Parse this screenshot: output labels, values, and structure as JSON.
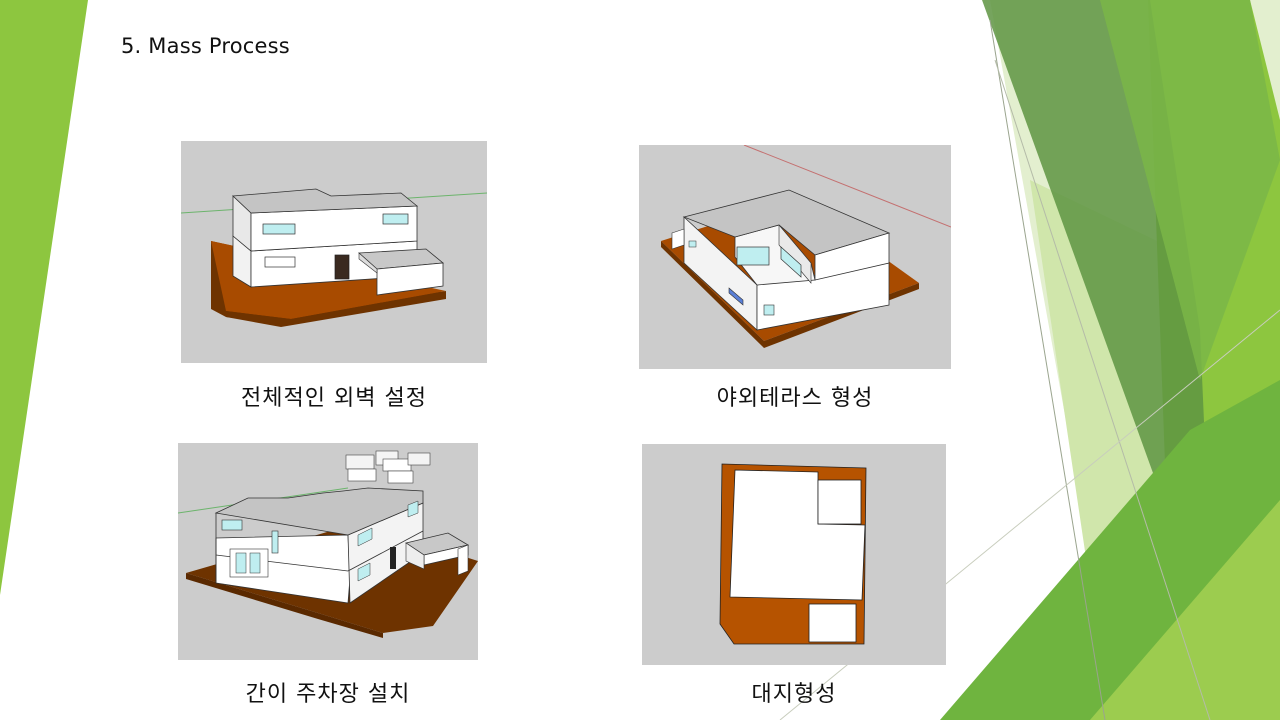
{
  "slide": {
    "title": "5. Mass Process"
  },
  "figures": [
    {
      "name": "overall-exterior-wall",
      "caption": "전체적인 외벽 설정"
    },
    {
      "name": "outdoor-terrace",
      "caption": "야외테라스 형성"
    },
    {
      "name": "simple-parking",
      "caption": "간이 주차장 설치"
    },
    {
      "name": "site-formation",
      "caption": "대지형성"
    }
  ],
  "colors": {
    "accent_green": "#8dc63f",
    "dark_green": "#5b8f3a",
    "light_green": "#d3e8b2",
    "viewport_gray": "#cccccc",
    "site_brown": "#6e3300",
    "site_orange": "#b65300"
  }
}
